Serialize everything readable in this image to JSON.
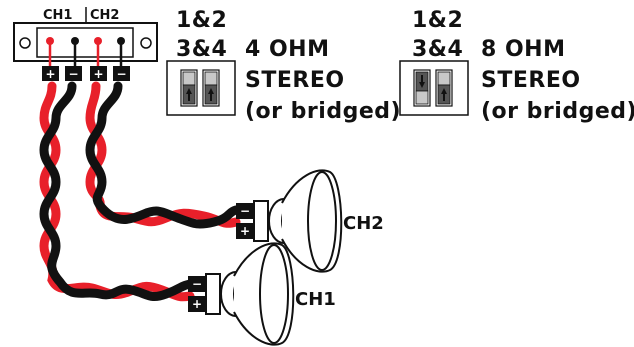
{
  "connector": {
    "ch1_label": "CH1",
    "ch2_label": "CH2",
    "terminal_signs": [
      "+",
      "−",
      "+",
      "−"
    ]
  },
  "config_4ohm": {
    "line1": "1&2",
    "line2": "3&4",
    "impedance": "4 OHM",
    "mode": "STEREO",
    "note": "(or bridged)",
    "switch_positions": [
      "up",
      "up"
    ]
  },
  "config_8ohm": {
    "line1": "1&2",
    "line2": "3&4",
    "impedance": "8 OHM",
    "mode": "STEREO",
    "note": "(or bridged)",
    "switch_positions": [
      "down",
      "up"
    ]
  },
  "speakers": [
    {
      "label": "CH2",
      "minus": "−",
      "plus": "+"
    },
    {
      "label": "CH1",
      "minus": "−",
      "plus": "+"
    }
  ],
  "colors": {
    "positive_wire": "#e8202a",
    "negative_wire": "#111111",
    "line": "#111111"
  }
}
